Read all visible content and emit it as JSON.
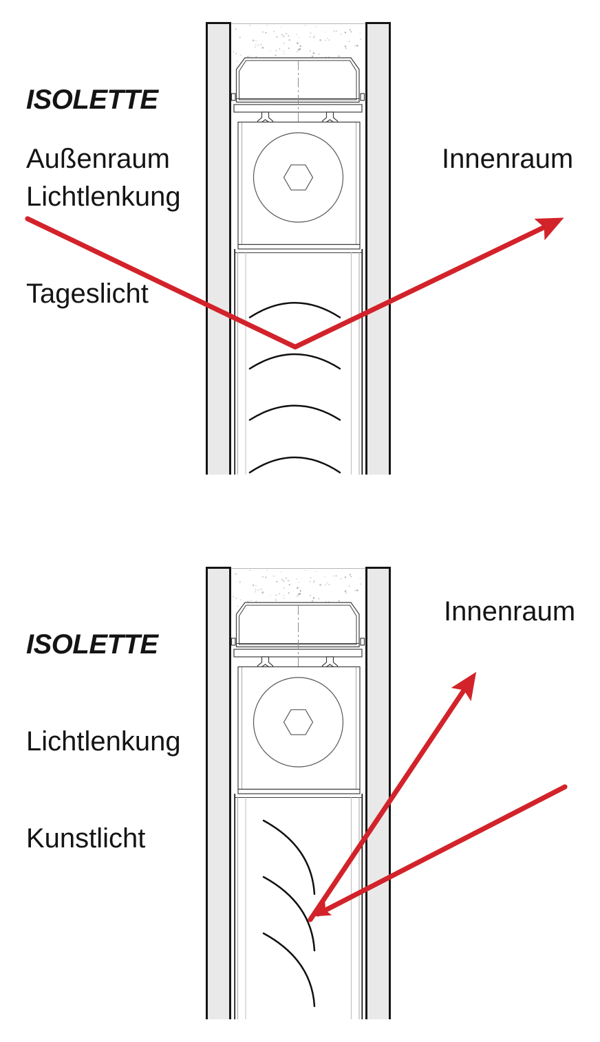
{
  "colors": {
    "arrow_red": "#d2232a",
    "glass_gray": "#e9e9e9"
  },
  "diagrams": [
    {
      "title": "ISOLETTE",
      "subtitle1": "Lichtlenkung",
      "subtitle2": "Tageslicht",
      "label_left": "Außenraum",
      "label_right": "Innenraum"
    },
    {
      "title": "ISOLETTE",
      "subtitle1": "Lichtlenkung",
      "subtitle2": "Kunstlicht",
      "label_right": "Innenraum"
    }
  ]
}
